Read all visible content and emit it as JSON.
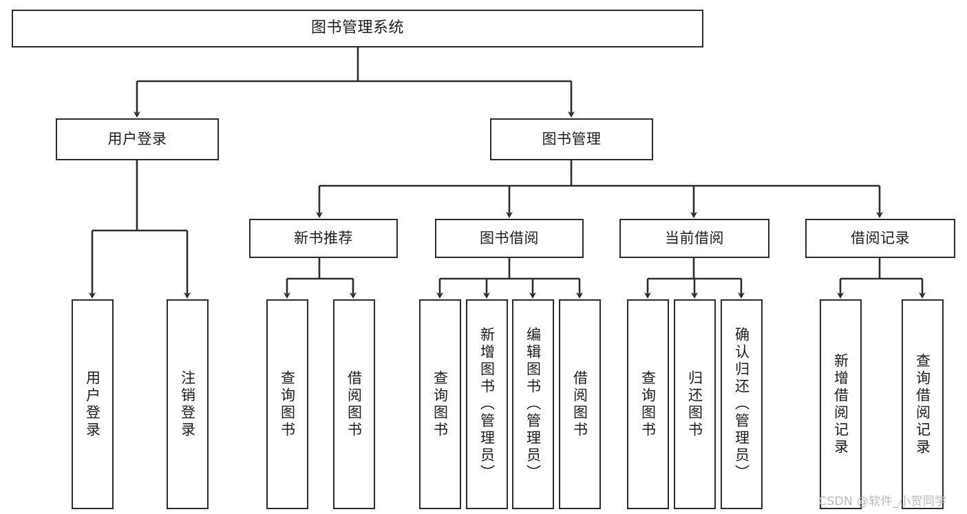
{
  "diagram": {
    "title": "图书管理系统",
    "type": "tree",
    "colors": {
      "box_border": "#2b2b2b",
      "box_fill": "#ffffff",
      "edge": "#2b2b2b",
      "text": "#1c1c1c",
      "watermark": "#b9b9b9",
      "background": "#ffffff"
    },
    "root": {
      "label": "图书管理系统"
    },
    "level2": [
      {
        "label": "用户登录"
      },
      {
        "label": "图书管理"
      }
    ],
    "level3": [
      {
        "label": "新书推荐"
      },
      {
        "label": "图书借阅"
      },
      {
        "label": "当前借阅"
      },
      {
        "label": "借阅记录"
      }
    ],
    "leaves": {
      "user_login": [
        {
          "label": "用户登录"
        },
        {
          "label": "注销登录"
        }
      ],
      "new_book_recommend": [
        {
          "label": "查询图书"
        },
        {
          "label": "借阅图书"
        }
      ],
      "book_borrow": [
        {
          "label": "查询图书"
        },
        {
          "label": "新增图书（管理员）"
        },
        {
          "label": "编辑图书（管理员）"
        },
        {
          "label": "借阅图书"
        }
      ],
      "current_borrow": [
        {
          "label": "查询图书"
        },
        {
          "label": "归还图书"
        },
        {
          "label": "确认归还（管理员）"
        }
      ],
      "borrow_record": [
        {
          "label": "新增借阅记录"
        },
        {
          "label": "查询借阅记录"
        }
      ]
    },
    "watermark": "CSDN @软件_小贺同学"
  }
}
